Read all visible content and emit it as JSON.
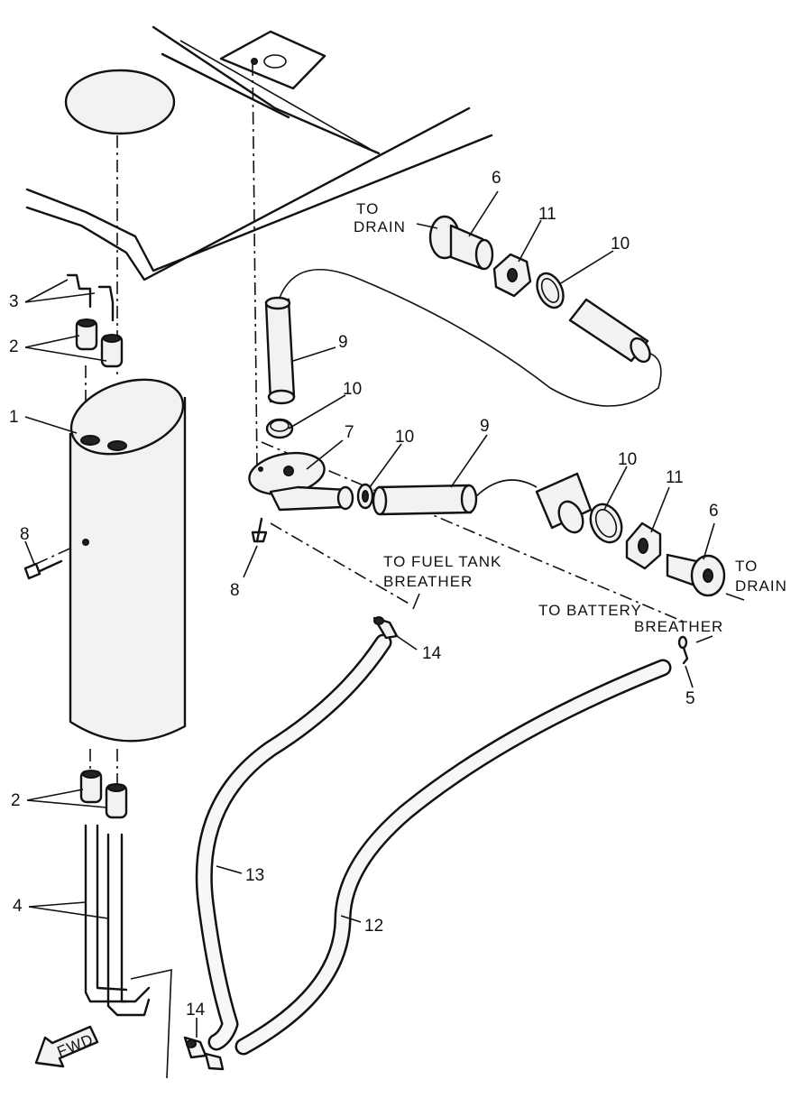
{
  "callouts": {
    "p1": "1",
    "p2a": "2",
    "p2b": "2",
    "p3": "3",
    "p4": "4",
    "p5": "5",
    "p6a": "6",
    "p6b": "6",
    "p7": "7",
    "p8a": "8",
    "p8b": "8",
    "p9a": "9",
    "p9b": "9",
    "p10a": "10",
    "p10b": "10",
    "p10c": "10",
    "p10d": "10",
    "p11a": "11",
    "p11b": "11",
    "p12": "12",
    "p13": "13",
    "p14a": "14",
    "p14b": "14"
  },
  "notes": {
    "to_drain_top_1": "TO",
    "to_drain_top_2": "DRAIN",
    "to_drain_right_1": "TO",
    "to_drain_right_2": "DRAIN",
    "fuel_tank_1": "TO FUEL TANK",
    "fuel_tank_2": "BREATHER",
    "battery_1": "TO BATTERY",
    "battery_2": "BREATHER",
    "fwd": "FWD"
  }
}
